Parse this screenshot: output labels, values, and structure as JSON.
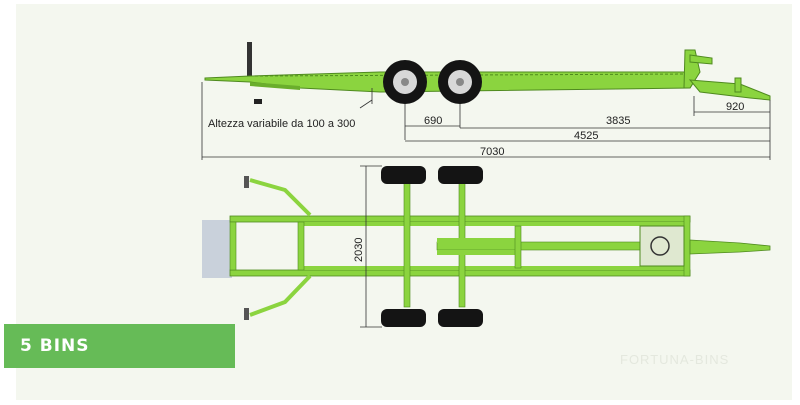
{
  "badge": {
    "label": "5 BINS"
  },
  "dimensions": {
    "height_note": "Altezza variabile da 100 a 300",
    "d690": "690",
    "d920": "920",
    "d3835": "3835",
    "d4525": "4525",
    "d7030": "7030",
    "width_2030": "2030"
  },
  "watermark": {
    "text": "FORTUNA-BINS"
  },
  "colors": {
    "frame": "#8bd43f",
    "frame_dark": "#4f8a1f",
    "badge": "#66bb57",
    "tire": "#141414"
  }
}
